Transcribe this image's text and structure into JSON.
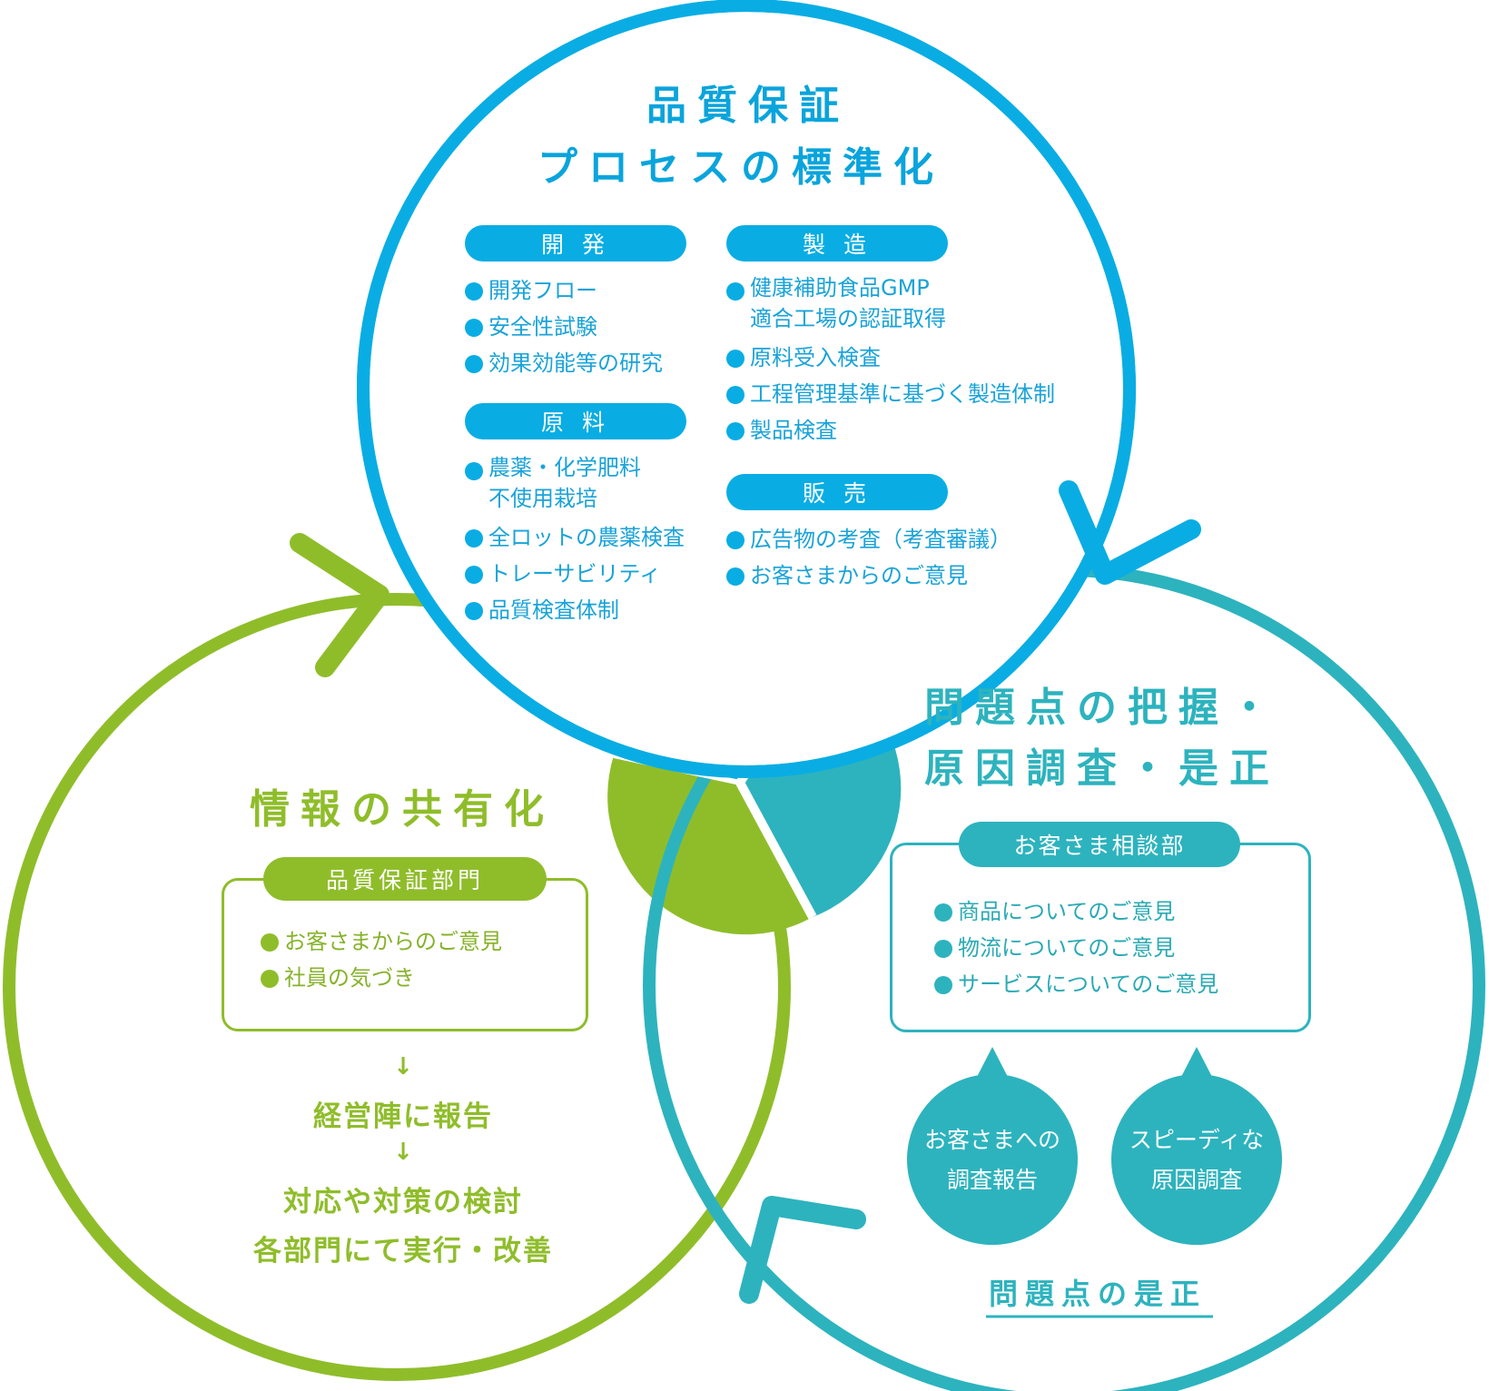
{
  "top_circle": {
    "title_line1": "品質保証",
    "title_line2": "プロセスの標準化",
    "dev": {
      "label": "開 発",
      "items": [
        "開発フロー",
        "安全性試験",
        "効果効能等の研究"
      ]
    },
    "materials": {
      "label": "原 料",
      "items": [
        "農薬・化学肥料\n不使用栽培",
        "全ロットの農薬検査",
        "トレーサビリティ",
        "品質検査体制"
      ]
    },
    "mfg": {
      "label": "製 造",
      "items": [
        "健康補助食品GMP\n適合工場の認証取得",
        "原料受入検査",
        "工程管理基準に基づく製造体制",
        "製品検査"
      ]
    },
    "sales": {
      "label": "販 売",
      "items": [
        "広告物の考査（考査審議）",
        "お客さまからのご意見"
      ]
    }
  },
  "left_circle": {
    "title": "情報の共有化",
    "box_label": "品質保証部門",
    "items": [
      "お客さまからのご意見",
      "社員の気づき"
    ],
    "arrow1": "↓",
    "step1": "経営陣に報告",
    "arrow2": "↓",
    "step2_line1": "対応や対策の検討",
    "step2_line2": "各部門にて実行・改善"
  },
  "right_circle": {
    "title_line1": "問題点の把握・",
    "title_line2": "原因調査・是正",
    "box_label": "お客さま相談部",
    "items": [
      "商品についてのご意見",
      "物流についてのご意見",
      "サービスについてのご意見"
    ],
    "bubble1_line1": "お客さまへの",
    "bubble1_line2": "調査報告",
    "bubble2_line1": "スピーディな",
    "bubble2_line2": "原因調査",
    "footer": "問題点の是正"
  },
  "colors": {
    "blue": "#09ade3",
    "green": "#8fbd2a",
    "teal": "#2db3be"
  }
}
